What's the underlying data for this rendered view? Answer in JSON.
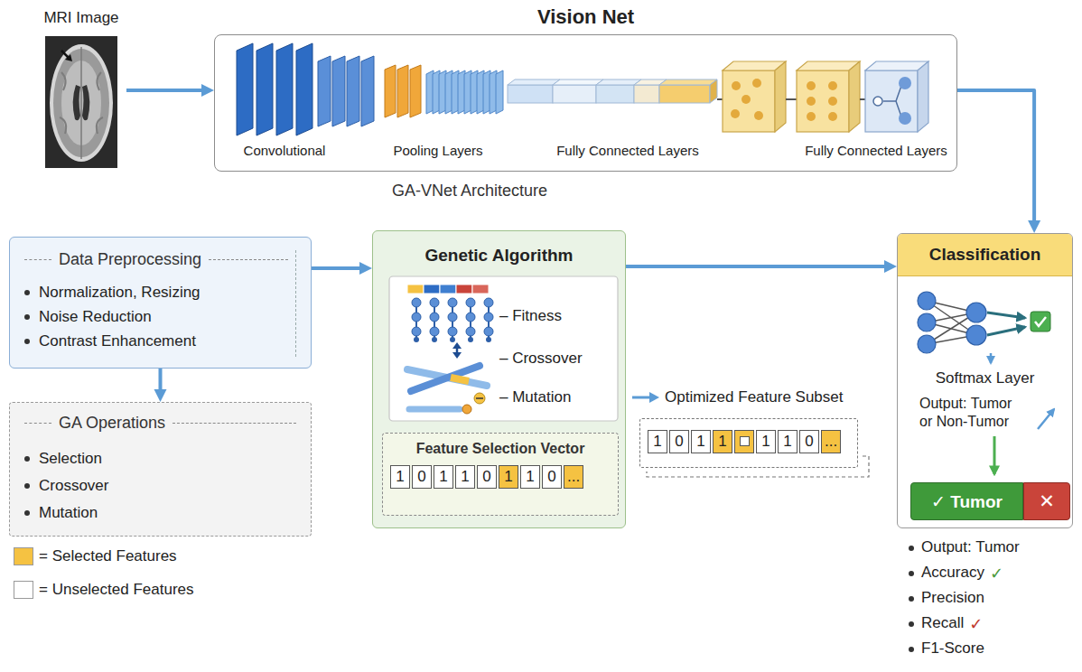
{
  "diagram": {
    "nodes": [
      {
        "text": [
          "MRI Image"
        ]
      },
      {
        "text": [
          "Vision Net"
        ]
      },
      {
        "text": [
          "Data Preprocessing",
          "Normalization, Resizing",
          "Noise Reduction",
          "Contrast Enhancement"
        ]
      },
      {
        "text": [
          "GA Operations",
          "Selection",
          "Crossover",
          "Mutation"
        ]
      },
      {
        "text": [
          "Genetic Algorithm"
        ]
      },
      {
        "text": [
          "Feature Selection Vector",
          "1",
          "0",
          "1",
          "1",
          "0",
          "1",
          "1",
          "0",
          "..."
        ],
        "in": 4
      },
      {
        "text": [
          "1",
          "0",
          "1",
          "1",
          "1",
          "1",
          "0",
          "..."
        ]
      },
      {
        "text": [
          "Classification",
          "Softmax Layer",
          "Output: Tumor or Non-Tumor"
        ]
      },
      {
        "text": [
          "✓ Tumor"
        ],
        "in": 7
      },
      {
        "text": [
          "✕"
        ],
        "in": 7
      }
    ],
    "edges": [
      {
        "from": 0,
        "to": 1,
        "arrow": "to"
      },
      {
        "from": 1,
        "to": 7,
        "arrow": "to"
      },
      {
        "from": 2,
        "to": 4,
        "arrow": "to"
      },
      {
        "from": 2,
        "to": 3,
        "arrow": "to"
      },
      {
        "from": 4,
        "to": 7,
        "arrow": "to"
      }
    ],
    "labels": [
      "GA-VNet Architecture",
      "Convolutional",
      "Pooling Layers",
      "Fully Connected Layers",
      "Fully Connected Layers",
      "– Fitness",
      "– Crossover",
      "– Mutation",
      "Optimized Feature Subset",
      "Output: Tumor",
      "Accuracy",
      "✓",
      "Precision",
      "Recall",
      "✓",
      "F1-Score"
    ],
    "legend": [
      {
        "text": "= Selected Features",
        "color": "#f5c242"
      },
      {
        "text": "= Unselected Features",
        "color": "#ffffff"
      }
    ]
  }
}
